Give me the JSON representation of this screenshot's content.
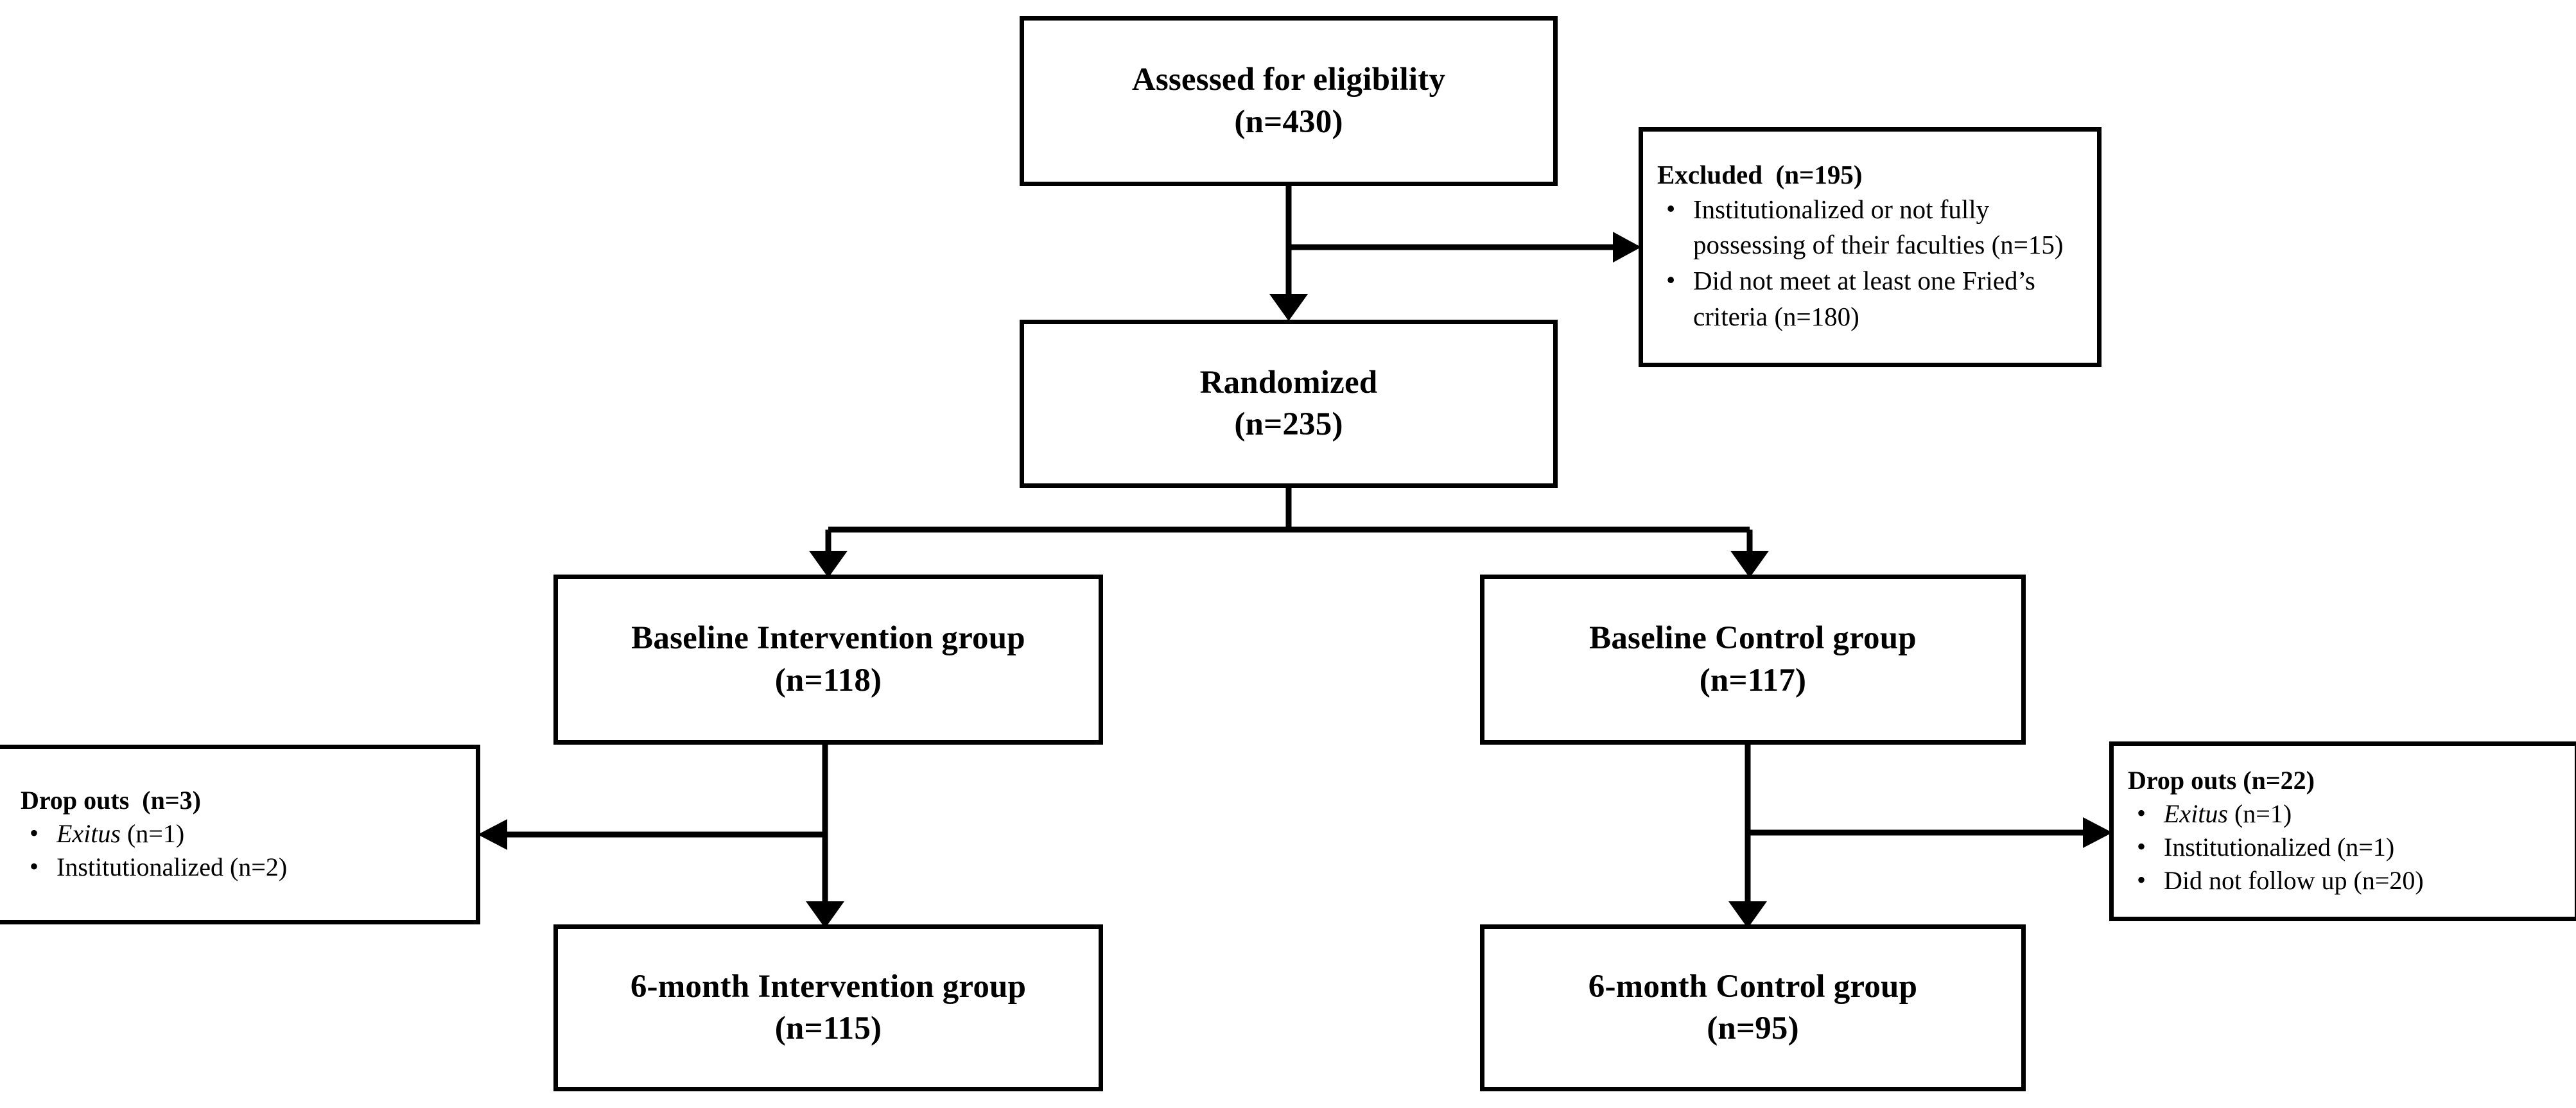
{
  "diagram": {
    "title": "CONSORT participant flow diagram",
    "line_color": "#000000",
    "box_fill": "#ffffff",
    "text_color": "#000000"
  },
  "nodes": {
    "assessed": {
      "line1": "Assessed for eligibility",
      "line2": "(n=430)"
    },
    "excluded": {
      "header": "Excluded  (n=195)",
      "items": [
        "Institutionalized or not fully possessing of their faculties (n=15)",
        "Did not meet at least one Fried’s criteria (n=180)"
      ],
      "bullet": "•"
    },
    "randomized": {
      "line1": "Randomized",
      "line2": "(n=235)"
    },
    "baseline_intervention": {
      "line1": "Baseline Intervention group",
      "line2": "(n=118)"
    },
    "baseline_control": {
      "line1": "Baseline Control group",
      "line2": "(n=117)"
    },
    "dropouts_intervention": {
      "header": "Drop outs  (n=3)",
      "bullet": "•",
      "items": [
        {
          "italic": "Exitus",
          "rest": " (n=1)"
        },
        {
          "italic": "",
          "rest": "Institutionalized (n=2)"
        }
      ]
    },
    "dropouts_control": {
      "header": "Drop outs (n=22)",
      "bullet": "•",
      "items": [
        {
          "italic": "Exitus",
          "rest": " (n=1)"
        },
        {
          "italic": "",
          "rest": "Institutionalized (n=1)"
        },
        {
          "italic": "",
          "rest": "Did not follow up (n=20)"
        }
      ]
    },
    "followup_intervention": {
      "line1": "6-month Intervention group",
      "line2": "(n=115)"
    },
    "followup_control": {
      "line1": "6-month Control group",
      "line2": "(n=95)"
    }
  },
  "chart_data": {
    "type": "diagram",
    "flow": "CONSORT",
    "stages": [
      {
        "label": "Assessed for eligibility",
        "n": 430
      },
      {
        "label": "Excluded",
        "n": 195,
        "reasons": [
          {
            "label": "Institutionalized or not fully possessing of their faculties",
            "n": 15
          },
          {
            "label": "Did not meet at least one Fried’s criteria",
            "n": 180
          }
        ]
      },
      {
        "label": "Randomized",
        "n": 235
      },
      {
        "label": "Baseline Intervention group",
        "n": 118
      },
      {
        "label": "Baseline Control group",
        "n": 117
      },
      {
        "label": "Drop outs (Intervention)",
        "n": 3,
        "reasons": [
          {
            "label": "Exitus",
            "n": 1
          },
          {
            "label": "Institutionalized",
            "n": 2
          }
        ]
      },
      {
        "label": "Drop outs (Control)",
        "n": 22,
        "reasons": [
          {
            "label": "Exitus",
            "n": 1
          },
          {
            "label": "Institutionalized",
            "n": 1
          },
          {
            "label": "Did not follow up",
            "n": 20
          }
        ]
      },
      {
        "label": "6-month Intervention group",
        "n": 115
      },
      {
        "label": "6-month Control group",
        "n": 95
      }
    ]
  }
}
